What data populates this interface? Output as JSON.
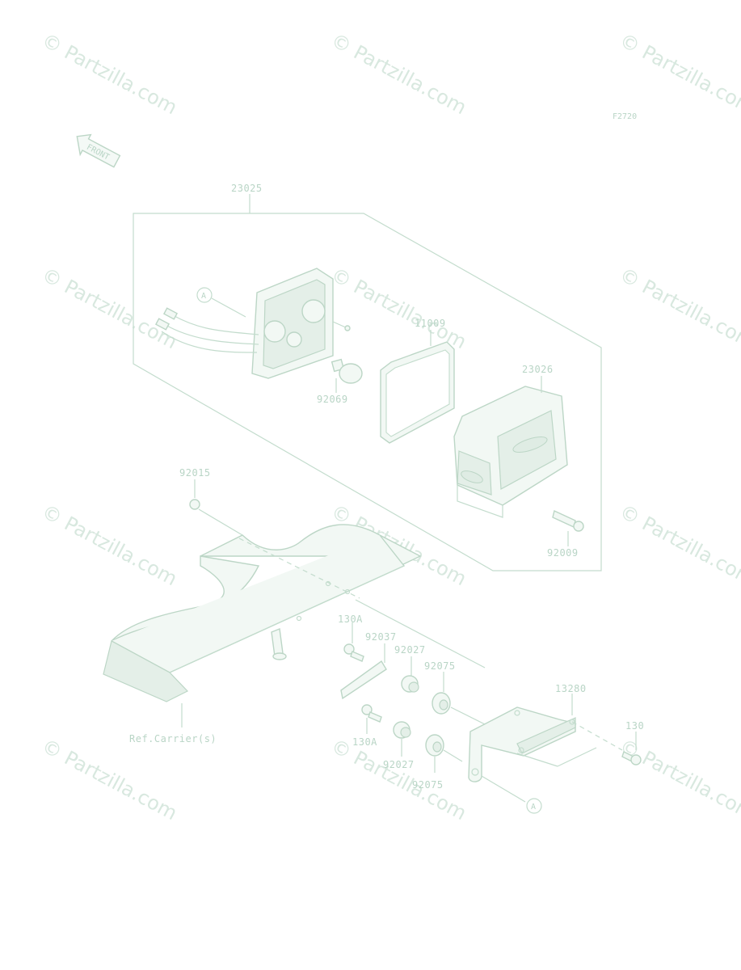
{
  "diagram_id": "F2720",
  "front_label": "FRONT",
  "watermark": "© Partzilla.com",
  "callout_ref": "A",
  "parts": {
    "assembly": "23025",
    "lamp_lens": "23026",
    "gasket": "11009",
    "bulb": "92069",
    "nut_top": "92015",
    "screw_lens": "92009",
    "bolt_upper": "130A",
    "bolt_lower": "130A",
    "plate": "92037",
    "collar_upper": "92027",
    "collar_lower": "92027",
    "grommet_upper": "92075",
    "grommet_lower": "92075",
    "bracket": "13280",
    "bolt_right": "130"
  },
  "ref_note": "Ref.Carrier(s)"
}
